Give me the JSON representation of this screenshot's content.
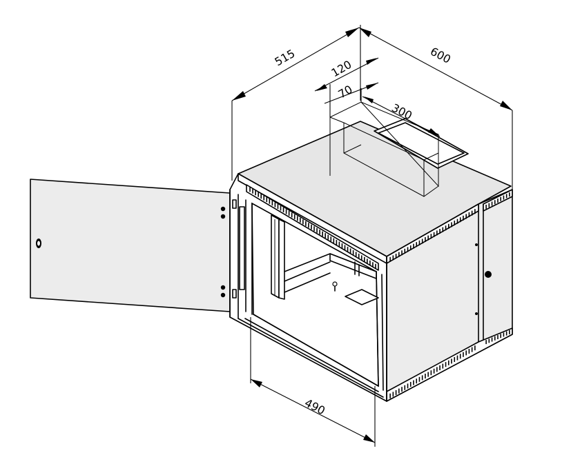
{
  "dimensions": {
    "top_width": "515",
    "top_depth": "600",
    "cutout_offset_outer": "120",
    "cutout_offset_inner": "70",
    "cutout_length": "300",
    "bottom_width": "490"
  }
}
